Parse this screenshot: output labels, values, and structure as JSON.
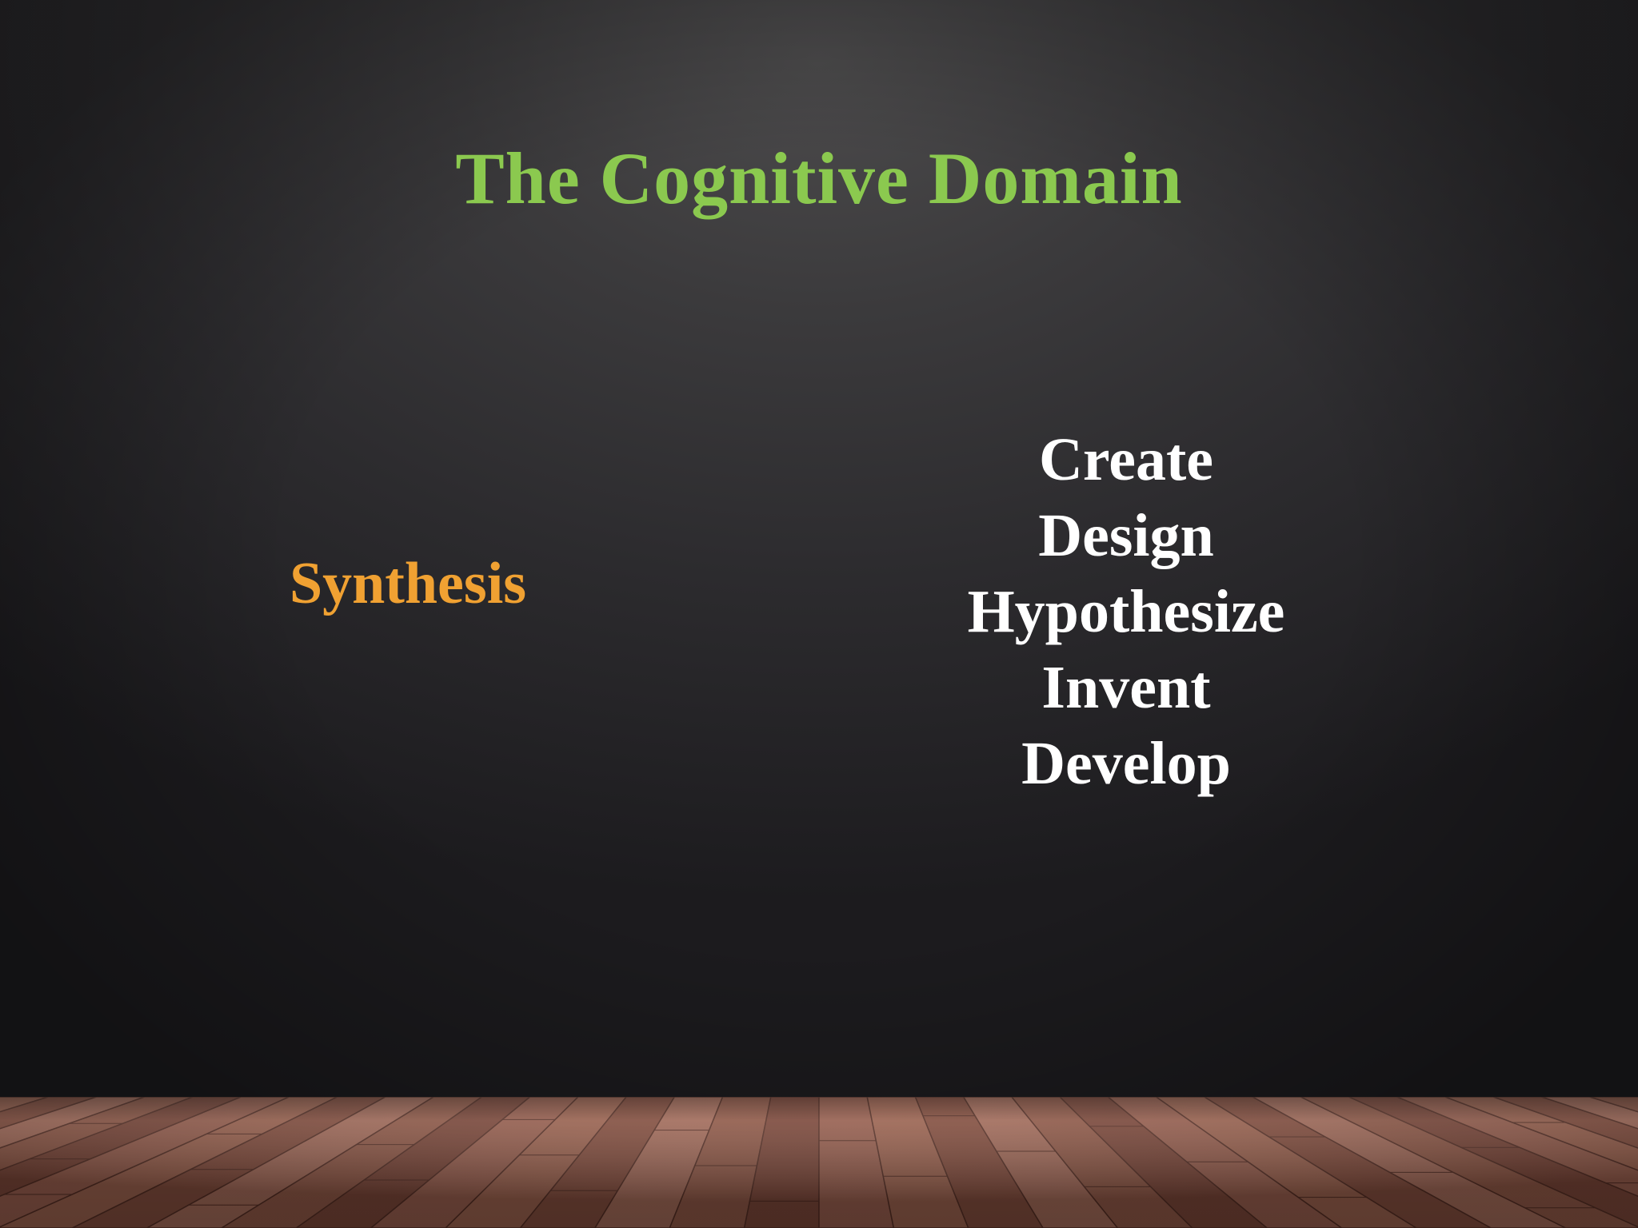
{
  "slide": {
    "title": "The Cognitive Domain",
    "level": "Synthesis",
    "verbs": [
      "Create",
      "Design",
      "Hypothesize",
      "Invent",
      "Develop"
    ]
  },
  "colors": {
    "title": "#8bc94f",
    "level": "#f0a132",
    "verbs": "#ffffff",
    "wall": "#2c2b2e",
    "floor": "#9a5c49"
  }
}
